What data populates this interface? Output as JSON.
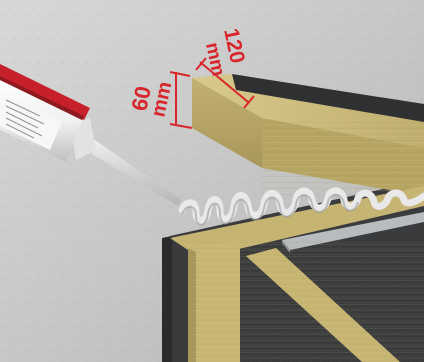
{
  "dimensions": {
    "width_label": "120",
    "width_unit": "mm",
    "height_label": "60",
    "height_unit": "mm"
  },
  "colors": {
    "wall": "#c9cac9",
    "frame": "#3b3c3e",
    "insulation": "#c9b77a",
    "sealant": "#e6e6e6",
    "annotation": "#d8262c",
    "tube_cap": "#c8202a"
  }
}
